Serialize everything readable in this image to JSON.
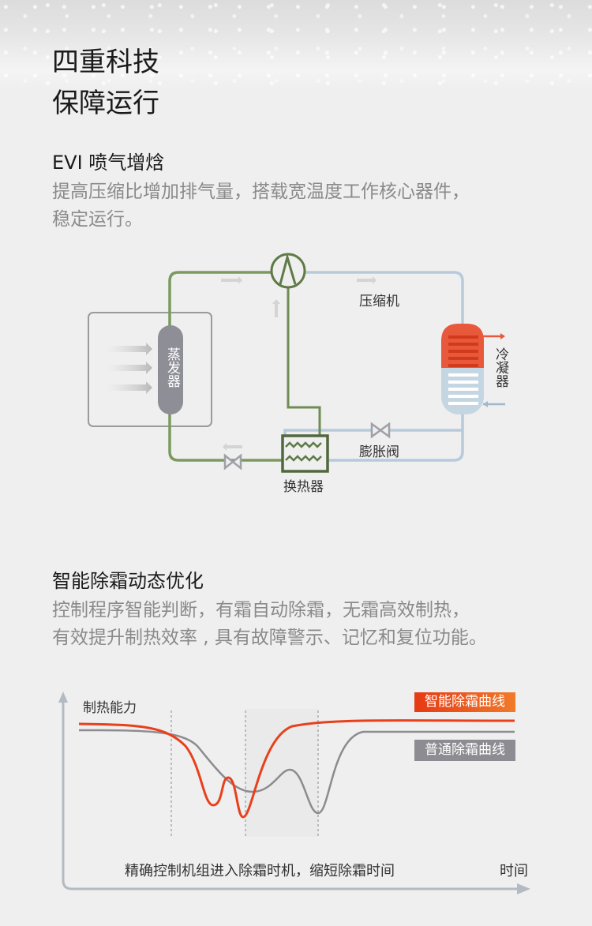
{
  "title": {
    "line1": "四重科技",
    "line2": "保障运行"
  },
  "section1": {
    "heading": "EVI 喷气增焓",
    "desc_line1": "提高压缩比增加排气量，搭载宽温度工作核心器件，",
    "desc_line2": "稳定运行。",
    "diagram": {
      "compressor": "压缩机",
      "evaporator": "蒸发器",
      "condenser": "冷凝器",
      "expansion_valve": "膨胀阀",
      "heat_exchanger": "换热器"
    }
  },
  "section2": {
    "heading": "智能除霜动态优化",
    "desc_line1": "控制程序智能判断，有霜自动除霜，无霜高效制热，",
    "desc_line2": "有效提升制热效率 , 具有故障警示、记忆和复位功能。",
    "chart": {
      "ylabel": "制热能力",
      "xlabel": "时间",
      "legend_smart": "智能除霜曲线",
      "legend_normal": "普通除霜曲线",
      "caption": "精确控制机组进入除霜时机，缩短除霜时间",
      "colors": {
        "smart": "#e8401c",
        "normal": "#8c8c90"
      }
    }
  }
}
